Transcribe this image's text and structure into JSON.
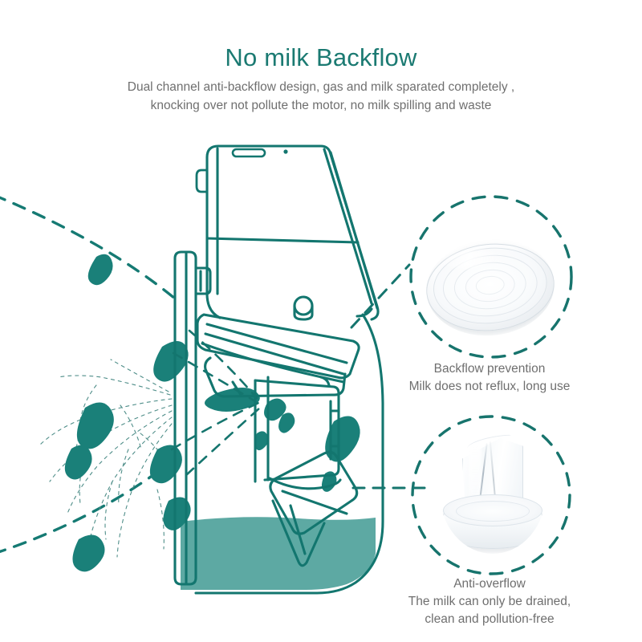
{
  "header": {
    "title": "No milk Backflow",
    "subtitle_line1": "Dual channel anti-backflow design, gas and milk sparated completely ,",
    "subtitle_line2": "knocking over not pollute the motor, no milk spilling and waste"
  },
  "colors": {
    "teal": "#1b7a72",
    "teal_line": "#13766f",
    "milk_pool": "#5da9a3",
    "title": "#1b7a72",
    "body_text": "#6f6f6f",
    "duct_line": "#4f8e89"
  },
  "insets": [
    {
      "id": "backflow-prevention",
      "part": "silicone-membrane-disc",
      "caption_line1": "Backflow prevention",
      "caption_line2": "Milk does not reflux, long use"
    },
    {
      "id": "anti-overflow",
      "part": "duckbill-valve",
      "caption_line1": "Anti-overflow",
      "caption_line2": "The milk can only be drained,",
      "caption_line3": "clean and pollution-free"
    }
  ],
  "illustration": {
    "name": "breast-pump-cutaway-diagram",
    "elements": [
      "pump-motor-body",
      "breast-shield-flange",
      "membrane-housing",
      "duckbill-valve-outlet",
      "milk-bottle-outline",
      "milk-pool",
      "milk-droplets",
      "milk-duct-lines",
      "breast-outline"
    ]
  }
}
